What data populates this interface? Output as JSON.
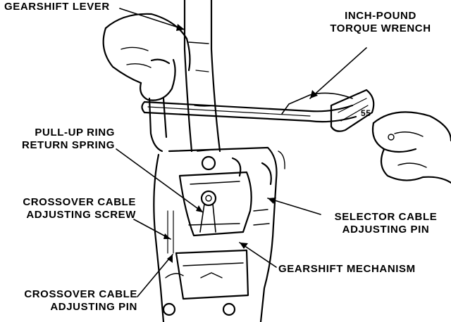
{
  "labels": {
    "gearshift_lever": "GEARSHIFT LEVER",
    "torque_wrench": [
      "INCH-POUND",
      "TORQUE WRENCH"
    ],
    "pull_up_ring": [
      "PULL-UP RING",
      "RETURN SPRING"
    ],
    "crossover_screw": [
      "CROSSOVER CABLE",
      "ADJUSTING SCREW"
    ],
    "selector_pin": [
      "SELECTOR CABLE",
      "ADJUSTING PIN"
    ],
    "gearshift_mechanism": "GEARSHIFT MECHANISM",
    "crossover_pin": [
      "CROSSOVER CABLE",
      "ADJUSTING PIN"
    ],
    "wrench_reading": "55"
  },
  "colors": {
    "ink": "#000000",
    "paper": "#ffffff"
  }
}
